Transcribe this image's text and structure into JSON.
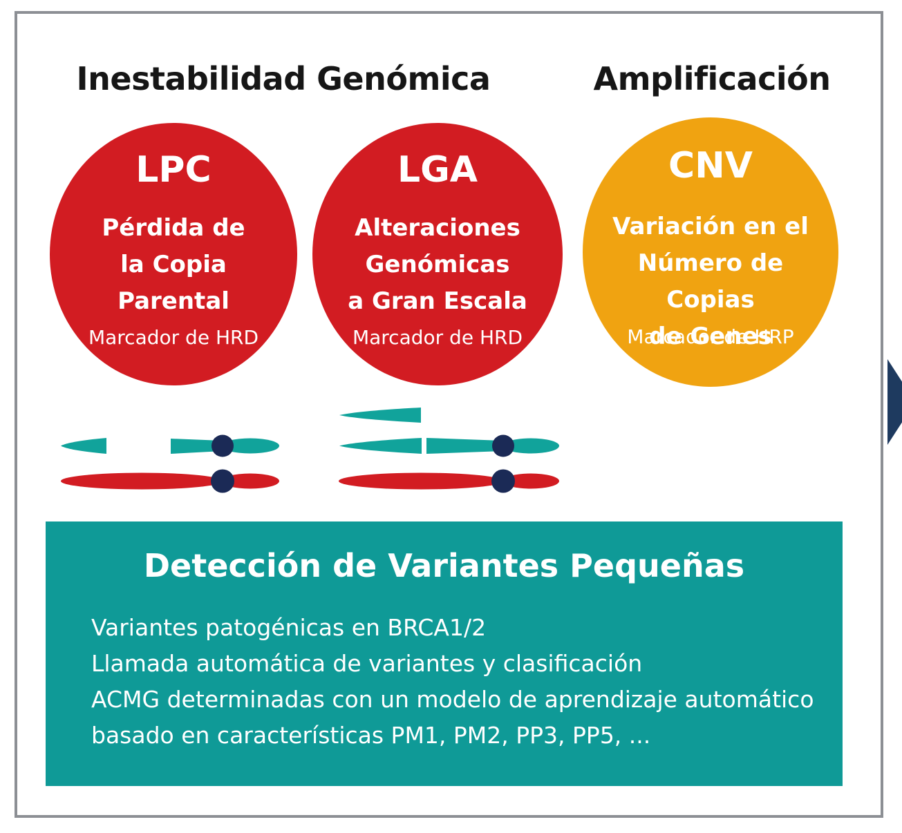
{
  "headings": {
    "instability": "Inestabilidad Genómica",
    "amplification": "Amplificación"
  },
  "circles": [
    {
      "abbr": "LPC",
      "description": "Pérdida de\nla Copia\nParental",
      "marker": "Marcador de HRD",
      "color": "#d21c22"
    },
    {
      "abbr": "LGA",
      "description": "Alteraciones\nGenómicas\na Gran Escala",
      "marker": "Marcador de HRD",
      "color": "#d21c22"
    },
    {
      "abbr": "CNV",
      "description": "Variación en el\nNúmero de Copias\nde Genes",
      "marker": "Marcador de HRP",
      "color": "#f0a311"
    }
  ],
  "colors": {
    "red": "#d21c22",
    "orange": "#f0a311",
    "teal": "#0f9a97",
    "chromatid_teal": "#11a39b",
    "centromere": "#1b2a56",
    "frame": "#8c8f94"
  },
  "variants": {
    "title": "Detección de Variantes Pequeñas",
    "lines": [
      "Variantes patogénicas en BRCA1/2",
      "Llamada automática de variantes y clasificación",
      "ACMG determinadas con un modelo de aprendizaje automático",
      "basado en características PM1, PM2, PP3, PP5, ..."
    ]
  }
}
